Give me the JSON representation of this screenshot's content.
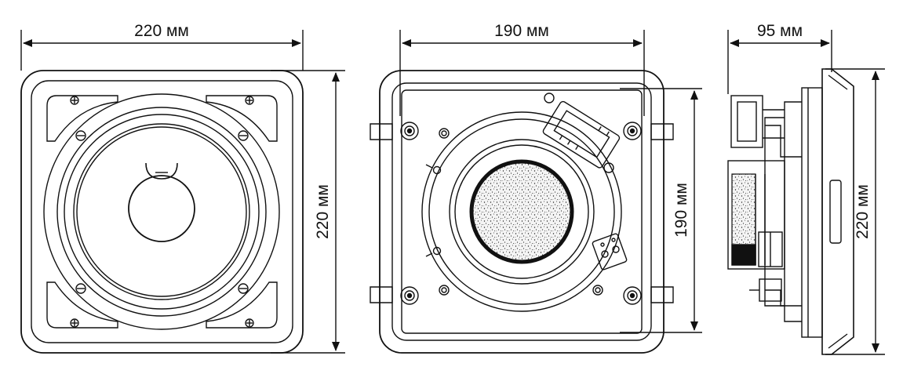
{
  "dimensions": {
    "front_width": "220 мм",
    "front_height": "220 мм",
    "back_width": "190 мм",
    "back_height": "190 мм",
    "side_depth": "95 мм",
    "side_height": "220 мм"
  },
  "colors": {
    "line": "#111111",
    "background": "#ffffff"
  }
}
